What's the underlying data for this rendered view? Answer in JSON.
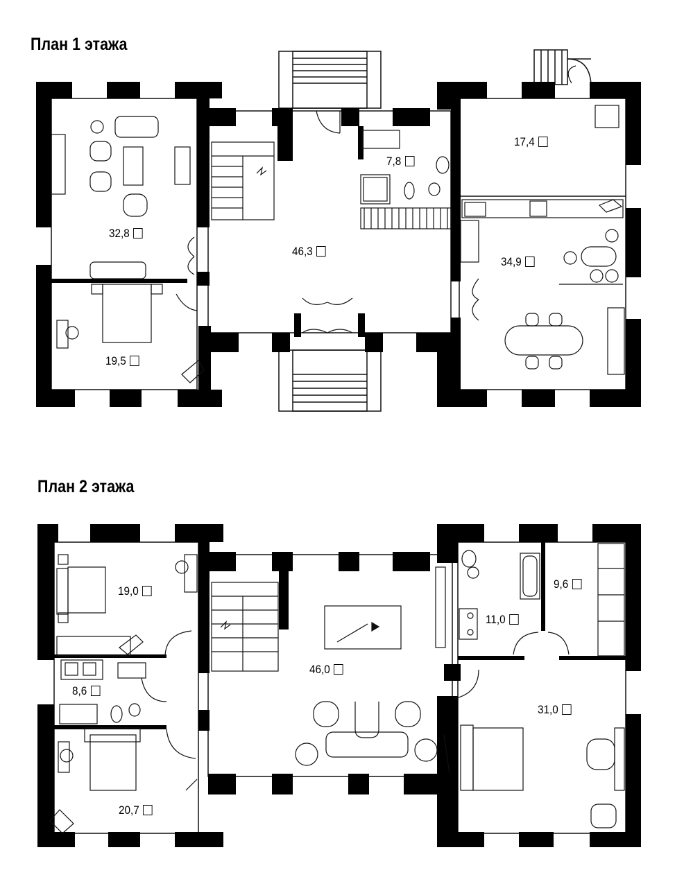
{
  "floor1": {
    "title": "План 1 этажа",
    "rooms": [
      {
        "area": "32,8"
      },
      {
        "area": "19,5"
      },
      {
        "area": "46,3"
      },
      {
        "area": "7,8"
      },
      {
        "area": "17,4"
      },
      {
        "area": "34,9"
      }
    ]
  },
  "floor2": {
    "title": "План 2 этажа",
    "rooms": [
      {
        "area": "19,0"
      },
      {
        "area": "8,6"
      },
      {
        "area": "20,7"
      },
      {
        "area": "46,0"
      },
      {
        "area": "11,0"
      },
      {
        "area": "9,6"
      },
      {
        "area": "31,0"
      }
    ]
  },
  "colors": {
    "wall": "#000000",
    "line": "#111111",
    "background": "#ffffff"
  }
}
